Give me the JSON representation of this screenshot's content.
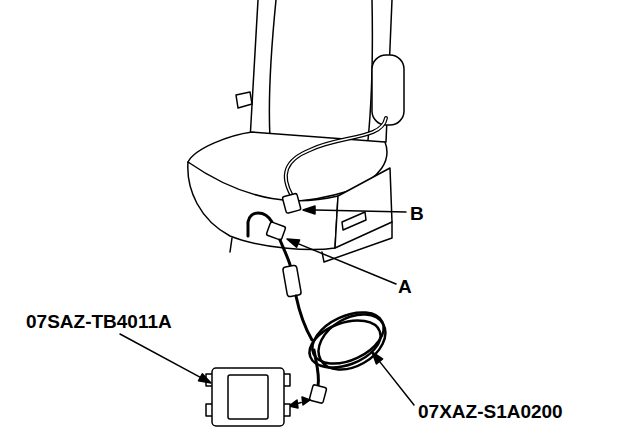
{
  "diagram": {
    "labels": [
      "B",
      "A",
      "07SAZ-TB4011A",
      "07XAZ-S1A0200"
    ]
  }
}
